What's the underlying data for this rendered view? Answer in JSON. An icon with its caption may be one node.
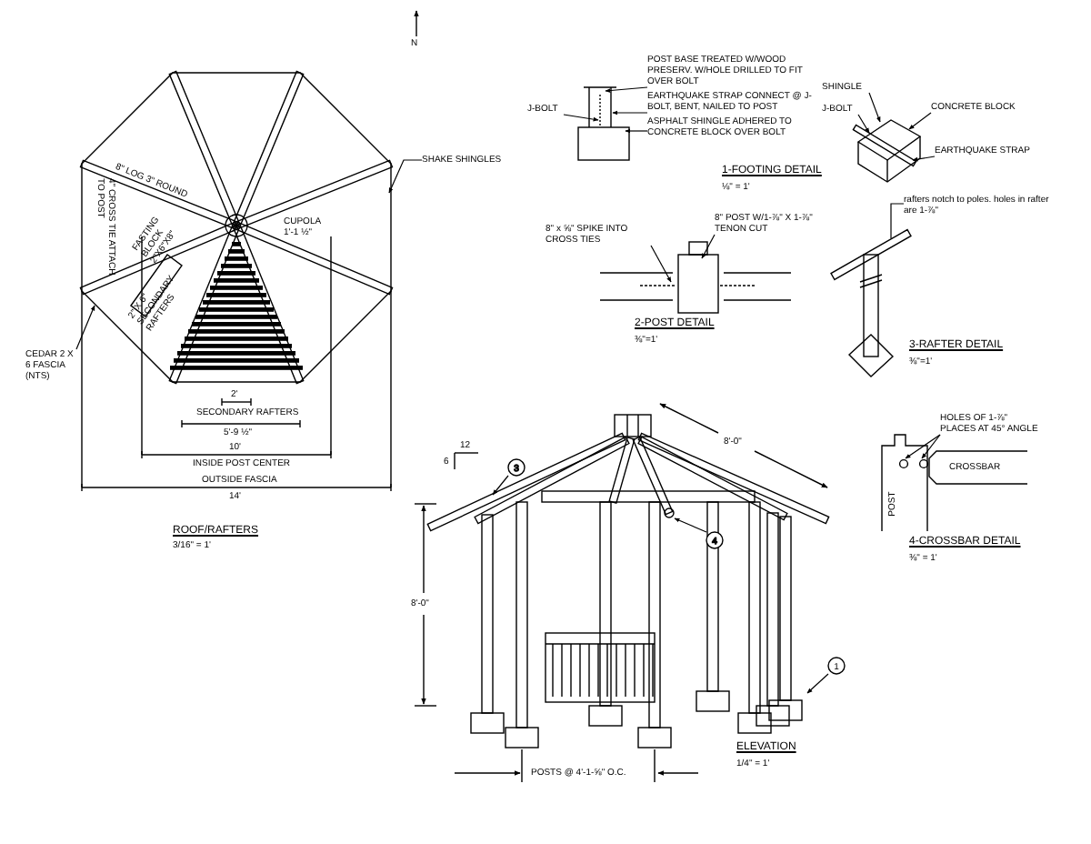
{
  "diagram": {
    "nodes": [
      {
        "text": [
          "SHAKE SHINGLES"
        ]
      },
      {
        "text": [
          "CEDAR 2 X 6 FASCIA (NTS)"
        ]
      },
      {
        "text": [
          "J-BOLT"
        ]
      },
      {
        "text": [
          "POST BASE TREATED W/WOOD PRESERV. W/HOLE DRILLED TO FIT OVER BOLT"
        ]
      },
      {
        "text": [
          "EARTHQUAKE STRAP CONNECT @ J-BOLT, BENT, NAILED TO POST"
        ]
      },
      {
        "text": [
          "ASPHALT SHINGLE ADHERED TO CONCRETE BLOCK OVER BOLT"
        ]
      },
      {
        "text": [
          "SHINGLE"
        ]
      },
      {
        "text": [
          "J-BOLT"
        ]
      },
      {
        "text": [
          "CONCRETE BLOCK"
        ]
      },
      {
        "text": [
          "EARTHQUAKE STRAP"
        ]
      },
      {
        "text": [
          "8\" x ⅝\" SPIKE INTO CROSS TIES"
        ]
      },
      {
        "text": [
          "8\" POST W/1-⅞\" X 1-⅞\" TENON CUT"
        ]
      },
      {
        "text": [
          "rafters notch to poles. holes in rafter are 1-⅞\""
        ]
      },
      {
        "text": [
          "HOLES OF 1-⅞\" PLACES AT 45° ANGLE"
        ]
      },
      {
        "text": [
          "3"
        ],
        "in": 23
      },
      {
        "text": [
          "4"
        ],
        "in": 23
      },
      {
        "text": [
          "1"
        ]
      },
      {
        "text": [],
        "shape": "picture",
        "beside": [
          "ROOF/RAFTERS",
          "3/16\" = 1'"
        ]
      },
      {
        "text": [],
        "shape": "picture",
        "beside": [
          "1-FOOTING DETAIL",
          "⅛\" = 1'"
        ]
      },
      {
        "text": [],
        "shape": "picture"
      },
      {
        "text": [],
        "shape": "picture",
        "beside": [
          "2-POST DETAIL",
          "⅜\"=1'"
        ]
      },
      {
        "text": [],
        "shape": "picture",
        "beside": [
          "3-RAFTER DETAIL",
          "⅜\"=1'"
        ]
      },
      {
        "text": [],
        "shape": "picture",
        "beside": [
          "4-CROSSBAR DETAIL",
          "⅜\" = 1'"
        ]
      },
      {
        "text": [],
        "shape": "picture",
        "beside": [
          "ELEVATION",
          "1/4\" = 1'"
        ]
      }
    ],
    "edges": [
      {
        "from": 0,
        "to": 17,
        "arrow": "to"
      },
      {
        "from": 1,
        "to": 17,
        "arrow": "to"
      },
      {
        "from": 2,
        "to": 18,
        "arrow": "to"
      },
      {
        "from": 3,
        "to": 18,
        "arrow": "to"
      },
      {
        "from": 4,
        "to": 18,
        "arrow": "to"
      },
      {
        "from": 5,
        "to": 18,
        "arrow": "to"
      },
      {
        "from": 6,
        "to": 19,
        "arrow": "to"
      },
      {
        "from": 7,
        "to": 19,
        "arrow": "to"
      },
      {
        "from": 8,
        "to": 19,
        "arrow": "to"
      },
      {
        "from": 9,
        "to": 19,
        "arrow": "to"
      },
      {
        "from": 10,
        "to": 20,
        "arrow": "to"
      },
      {
        "from": 11,
        "to": 20,
        "arrow": "to"
      },
      {
        "from": 12,
        "to": 21,
        "arrow": "none"
      },
      {
        "from": 13,
        "to": 22,
        "arrow": "to"
      },
      {
        "from": 13,
        "to": 22,
        "arrow": "to"
      },
      {
        "from": 14,
        "to": 23,
        "arrow": "to"
      },
      {
        "from": 15,
        "to": 23,
        "arrow": "to"
      },
      {
        "from": 16,
        "to": 23,
        "arrow": "to"
      }
    ],
    "labels": [
      "N",
      "8\" LOG 3\" ROUND",
      "4\" CROSS TIE ATTACH TO POST",
      "FASTING BLOCK 2\"X6\"X8\"",
      "CUPOLA 1'-1 ½\"",
      "2\" X 6\" SECONDARY RAFTERS",
      "2'",
      "SECONDARY RAFTERS",
      "5'-9 ½\"",
      "10'",
      "INSIDE POST CENTER",
      "OUTSIDE FASCIA",
      "14'",
      "12",
      "6",
      "8'-0\"",
      "POST",
      "CROSSBAR",
      "8'-0\"",
      "POSTS @ 4'-1-⅝\" O.C."
    ]
  }
}
